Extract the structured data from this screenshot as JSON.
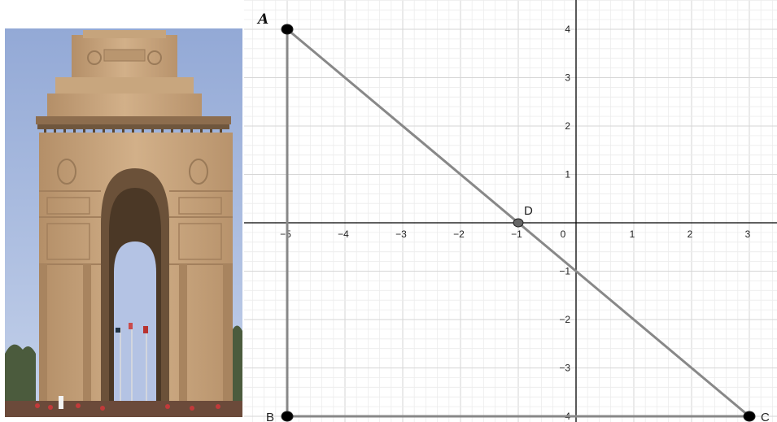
{
  "image": {
    "subject": "arch-monument-photo",
    "colors": {
      "sky": "#a9bde0",
      "stone": "#c9a57e",
      "stone_dark": "#8a6a4b",
      "trees": "#4a5a3a"
    }
  },
  "graph": {
    "x_ticks": [
      "-5",
      "-4",
      "-3",
      "-2",
      "-1",
      "0",
      "1",
      "2",
      "3"
    ],
    "y_ticks": [
      "4",
      "3",
      "2",
      "1",
      "-1",
      "-2",
      "-3",
      "-4"
    ],
    "x_range": [
      -5.5,
      3.5
    ],
    "y_range": [
      -4.2,
      4.3
    ],
    "minor_step": 0.2,
    "points": [
      {
        "name": "A",
        "x": -5,
        "y": 4,
        "style": "italic-bold"
      },
      {
        "name": "B",
        "x": -5,
        "y": -4,
        "style": "normal"
      },
      {
        "name": "C",
        "x": 3,
        "y": -4,
        "style": "normal"
      },
      {
        "name": "D",
        "x": -1,
        "y": 0,
        "style": "normal"
      }
    ],
    "segments": [
      [
        "A",
        "B"
      ],
      [
        "B",
        "C"
      ],
      [
        "A",
        "C"
      ]
    ],
    "colors": {
      "axis": "#000000",
      "segment": "#888888",
      "point": "#000000",
      "point_D": "#666666",
      "grid_major": "#d6d6d6",
      "grid_minor": "#ececec"
    }
  }
}
